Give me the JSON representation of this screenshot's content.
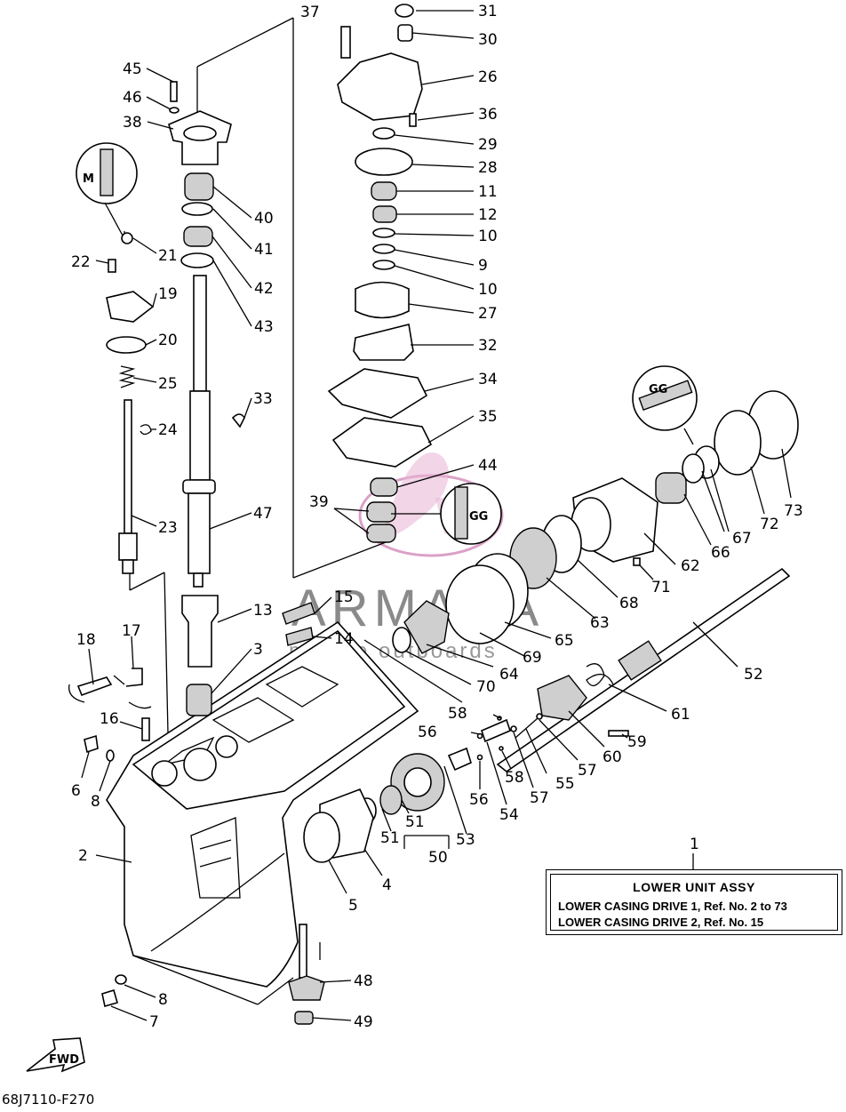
{
  "diagram": {
    "code": "68J7110-F270",
    "fwd_label": "FWD",
    "watermark": {
      "brand": "ARMADA",
      "tagline": "marine outboards",
      "accent_color": "#d28ab9"
    },
    "detail_marks": [
      "M",
      "GG",
      "GG"
    ],
    "legend": {
      "title": "LOWER UNIT ASSY",
      "line1": "LOWER CASING DRIVE 1, Ref. No. 2 to 73",
      "line2": "LOWER CASING DRIVE 2, Ref. No. 15"
    },
    "callouts": [
      "37",
      "31",
      "30",
      "26",
      "36",
      "29",
      "28",
      "11",
      "12",
      "10",
      "9",
      "10",
      "27",
      "32",
      "34",
      "35",
      "44",
      "39",
      "45",
      "46",
      "38",
      "40",
      "41",
      "42",
      "43",
      "21",
      "22",
      "19",
      "20",
      "25",
      "24",
      "23",
      "33",
      "47",
      "13",
      "3",
      "15",
      "14",
      "18",
      "17",
      "16",
      "6",
      "8",
      "2",
      "8",
      "7",
      "1",
      "4",
      "5",
      "48",
      "49",
      "51",
      "51",
      "50",
      "53",
      "54",
      "56",
      "56",
      "58",
      "58",
      "57",
      "55",
      "57",
      "60",
      "59",
      "61",
      "52",
      "62",
      "63",
      "64",
      "65",
      "66",
      "67",
      "68",
      "69",
      "70",
      "71",
      "72",
      "73"
    ]
  }
}
